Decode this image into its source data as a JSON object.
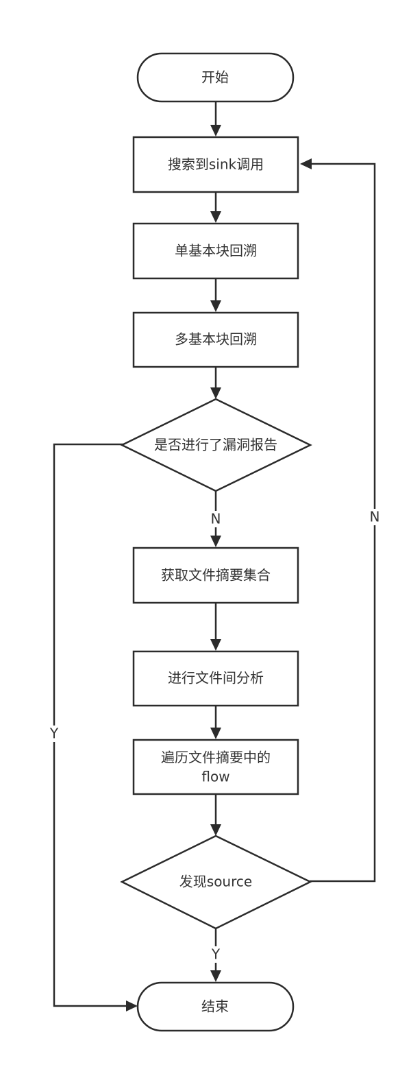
{
  "nodes": {
    "start": "开始",
    "search_sink": "搜索到sink调用",
    "single_block": "单基本块回溯",
    "multi_block": "多基本块回溯",
    "vuln_reported": "是否进行了漏洞报告",
    "get_summaries": "获取文件摘要集合",
    "inter_file": "进行文件间分析",
    "traverse_flow_line1": "遍历文件摘要中的",
    "traverse_flow_line2": "flow",
    "find_source": "发现source",
    "end": "结束"
  },
  "edges": {
    "vuln_no": "N",
    "vuln_yes": "Y",
    "source_yes": "Y",
    "source_no": "N"
  }
}
